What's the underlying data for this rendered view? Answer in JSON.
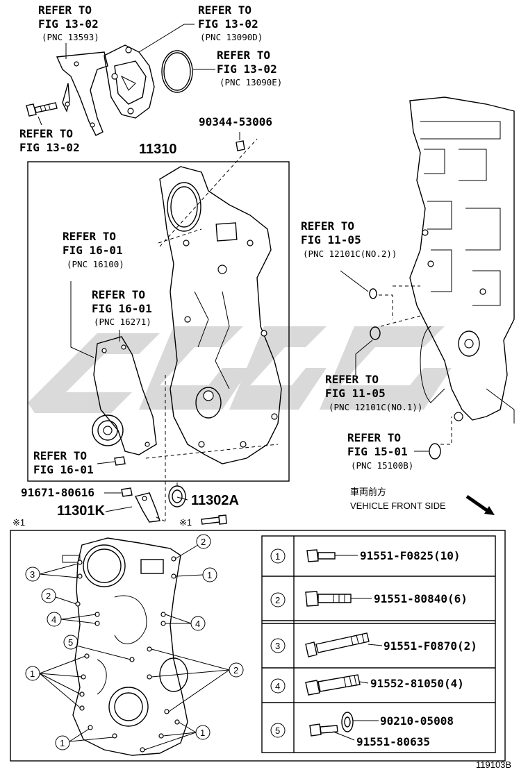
{
  "refs": {
    "r1": {
      "l1": "REFER TO",
      "l2": "FIG 13-02",
      "l3": "(PNC 13593)"
    },
    "r2": {
      "l1": "REFER TO",
      "l2": "FIG 13-02",
      "l3": "(PNC 13090D)"
    },
    "r3": {
      "l1": "REFER TO",
      "l2": "FIG 13-02",
      "l3": "(PNC 13090E)"
    },
    "r4": {
      "l1": "REFER TO",
      "l2": "FIG 13-02"
    },
    "r5": {
      "l1": "REFER TO",
      "l2": "FIG 16-01",
      "l3": "(PNC 16100)"
    },
    "r6": {
      "l1": "REFER TO",
      "l2": "FIG 16-01",
      "l3": "(PNC 16271)"
    },
    "r7": {
      "l1": "REFER TO",
      "l2": "FIG 16-01"
    },
    "r8": {
      "l1": "REFER TO",
      "l2": "FIG 11-05",
      "l3": "(PNC 12101C(NO.2))"
    },
    "r9": {
      "l1": "REFER TO",
      "l2": "FIG 11-05",
      "l3": "(PNC 12101C(NO.1))"
    },
    "r10": {
      "l1": "REFER TO",
      "l2": "FIG 15-01",
      "l3": "(PNC 15100B)"
    }
  },
  "parts": {
    "p_90344": "90344-53006",
    "p_11310": "11310",
    "p_91671": "91671-80616",
    "p_11301k": "11301K",
    "p_11302a": "11302A"
  },
  "marks": {
    "note1": "※1",
    "note1b": "※1"
  },
  "direction": {
    "jp": "車両前方",
    "en": "VEHICLE FRONT SIDE"
  },
  "bolt_table": [
    {
      "num": "1",
      "part": "91551-F0825(10)"
    },
    {
      "num": "2",
      "part": "91551-80840(6)"
    },
    {
      "num": "3",
      "part": "91551-F0870(2)"
    },
    {
      "num": "4",
      "part": "91552-81050(4)"
    },
    {
      "num": "5",
      "part": "90210-05008",
      "part2": "91551-80635"
    }
  ],
  "callouts": {
    "c1": "1",
    "c2": "2",
    "c3": "3",
    "c4": "4",
    "c5": "5"
  },
  "figure_id": "119103B"
}
